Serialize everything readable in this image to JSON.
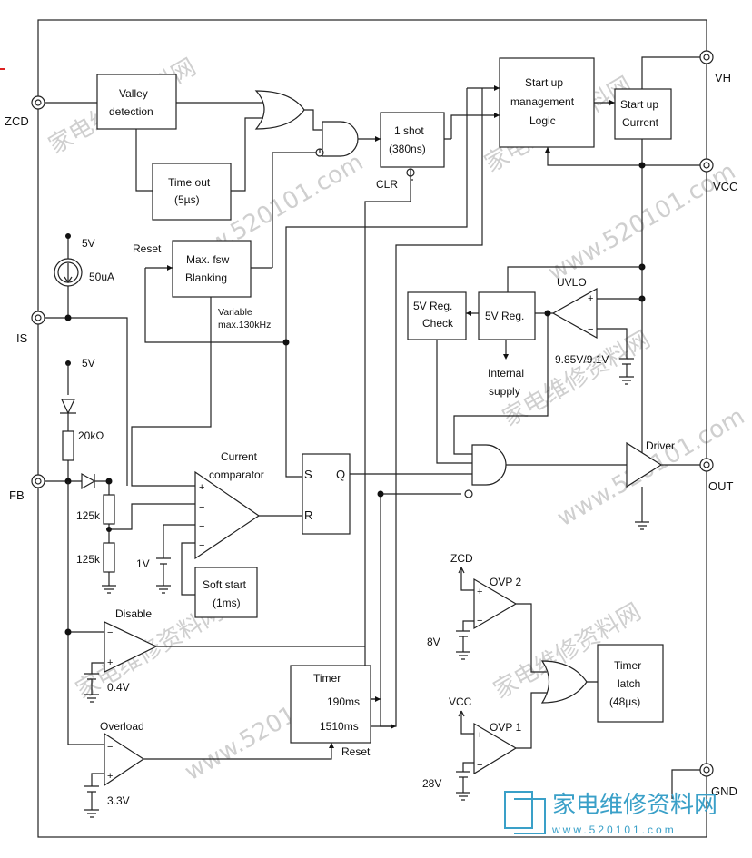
{
  "pins": {
    "zcd": "ZCD",
    "is": "IS",
    "fb": "FB",
    "vh": "VH",
    "vcc": "VCC",
    "out": "OUT",
    "gnd": "GND"
  },
  "blocks": {
    "valley": [
      "Valley",
      "detection"
    ],
    "timeout": [
      "Time out",
      "(5µs)"
    ],
    "oneshot": [
      "1 shot",
      "(380ns)"
    ],
    "startup_logic": [
      "Start up",
      "management",
      "Logic"
    ],
    "startup_current": [
      "Start up",
      "Current"
    ],
    "maxfsw": [
      "Max. fsw",
      "Blanking"
    ],
    "reg_check": [
      "5V Reg.",
      "Check"
    ],
    "reg": "5V Reg.",
    "srlatch": {
      "s": "S",
      "q": "Q",
      "r": "R"
    },
    "softstart": [
      "Soft start",
      "(1ms)"
    ],
    "timer": {
      "title": "Timer",
      "t1": "190ms",
      "t2": "1510ms",
      "reset": "Reset"
    },
    "timer_latch": [
      "Timer",
      "latch",
      "(48µs)"
    ]
  },
  "labels": {
    "clr": "CLR",
    "reset": "Reset",
    "variable": [
      "Variable",
      "max.130kHz"
    ],
    "uvlo": "UVLO",
    "uvlo_th": "9.85V/9.1V",
    "internal_supply": [
      "Internal",
      "supply"
    ],
    "driver": "Driver",
    "current_comparator": [
      "Current",
      "comparator"
    ],
    "disable": "Disable",
    "overload": "Overload",
    "ovp2": "OVP 2",
    "ovp1": "OVP 1",
    "zcd_in": "ZCD",
    "vcc_in": "VCC"
  },
  "values": {
    "v5_top": "5V",
    "i_src": "50uA",
    "v5_fb": "5V",
    "r20k": "20kΩ",
    "r125a": "125k",
    "r125b": "125k",
    "v1": "1V",
    "v04": "0.4V",
    "v33": "3.3V",
    "v8": "8V",
    "v28": "28V"
  },
  "watermark": {
    "cn": "家电维修资料网",
    "url": "www.520101.com",
    "brand_cn": "家电维修资料网",
    "brand_url": "www.520101.com"
  },
  "colors": {
    "line": "#222222",
    "watermark": "#cfcfcf",
    "brand": "#3aa0c8"
  }
}
